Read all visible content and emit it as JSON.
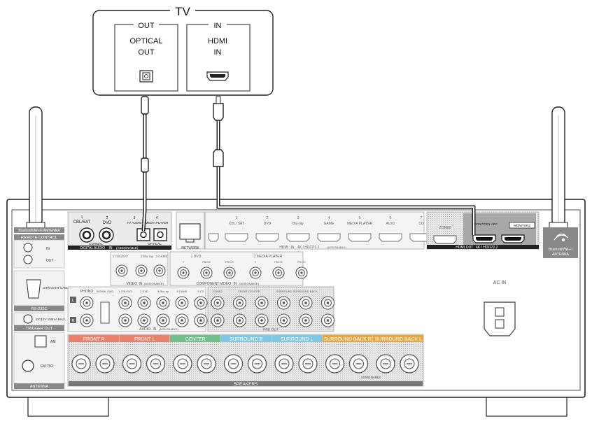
{
  "tv": {
    "title": "TV",
    "out_group": "OUT",
    "out_port_line1": "OPTICAL",
    "out_port_line2": "OUT",
    "in_group": "IN",
    "in_port_line1": "HDMI",
    "in_port_line2": "IN"
  },
  "receiver": {
    "bt_antenna_left": "Bluetooth/Wi-Fi ANTENNA",
    "bt_antenna_right_1": "Bluetooth/Wi-Fi",
    "bt_antenna_right_2": "ANTENNA",
    "remote_control": "REMOTE CONTROL",
    "rc_in": "IN",
    "rc_out": "OUT",
    "rs232c": "RS-232C",
    "straight_cable": "STRAIGHT CABLE",
    "trigger_out": "TRIGGER OUT",
    "trigger_spec": "DC12V 150mA MAX.",
    "am": "AM",
    "fm": "FM 75Ω",
    "antenna": "ANTENNA",
    "digital_audio": {
      "inputs": [
        "CBL/SAT",
        "DVD",
        "TV AUDIO",
        "MEDIA PLAYER"
      ],
      "numbers": [
        "1",
        "2",
        "3",
        "4"
      ],
      "coaxial": "COAXIAL",
      "optical": "OPTICAL",
      "label": "DIGITAL AUDIO",
      "in_badge": "IN",
      "assignable": "(ASSIGNABLE)"
    },
    "network": "NETWORK",
    "hdmi_in": {
      "numbers": [
        "1",
        "2",
        "3",
        "4",
        "5",
        "6",
        "7"
      ],
      "names": [
        "CBL/ SAT",
        "DVD",
        "Blu-ray",
        "GAME",
        "MEDIA PLAYER",
        "AUX2",
        "CD"
      ],
      "label": "HDMI",
      "in_badge": "IN",
      "spec": "4K / HDCP2.2",
      "assignable": "(ASSIGNABLE)"
    },
    "hdmi_out": {
      "zone2": "ZONE2",
      "monitor1": "MONITOR1 ARC",
      "monitor2": "MONITOR2",
      "label": "HDMI",
      "out_badge": "OUT",
      "spec": "4K / HDCP2.2"
    },
    "video": {
      "inputs": [
        "1 CBL/SAT",
        "2 Blu-ray",
        "3 GAME"
      ],
      "label": "VIDEO",
      "in_badge": "IN",
      "assignable": "(ASSIGNABLE)"
    },
    "component": {
      "inputs": [
        "1 DVD",
        "2 MEDIA PLAYER"
      ],
      "channels": [
        "Y",
        "PB/CB",
        "PR/CR",
        "Y",
        "PB/CB",
        "PR/CR"
      ],
      "label": "COMPONENT VIDEO",
      "in_badge": "IN",
      "assignable": "(ASSIGNABLE)"
    },
    "audio": {
      "phono": "PHONO",
      "signal_gnd": "SIGNAL GND",
      "inputs": [
        "1 CBL/SAT",
        "2 DVD",
        "3 Blu-ray",
        "4 GAME",
        "5 CD"
      ],
      "label": "AUDIO",
      "in_badge": "IN",
      "assignable": "(ASSIGNABLE)",
      "left": "L",
      "right": "R"
    },
    "preout": {
      "zone2": "ZONE2",
      "front_center": "FRONT CENTER",
      "surround_back": "SURROUND SURROUND BACK",
      "label": "PRE OUT"
    },
    "ac_in": "AC IN",
    "speakers": {
      "channels": [
        "FRONT",
        "FRONT",
        "CENTER",
        "SURROUND",
        "SURROUND",
        "SURROUND BACK",
        "SURROUND BACK"
      ],
      "sides": [
        "R",
        "L",
        "",
        "R",
        "L",
        "R",
        "L"
      ],
      "colors": [
        "#e8806a",
        "#e8806a",
        "#6fc08a",
        "#7ec8e6",
        "#7ec8e6",
        "#e8a640",
        "#e8a640"
      ],
      "assignable": "ASSIGNABLE",
      "label": "SPEAKERS"
    }
  }
}
